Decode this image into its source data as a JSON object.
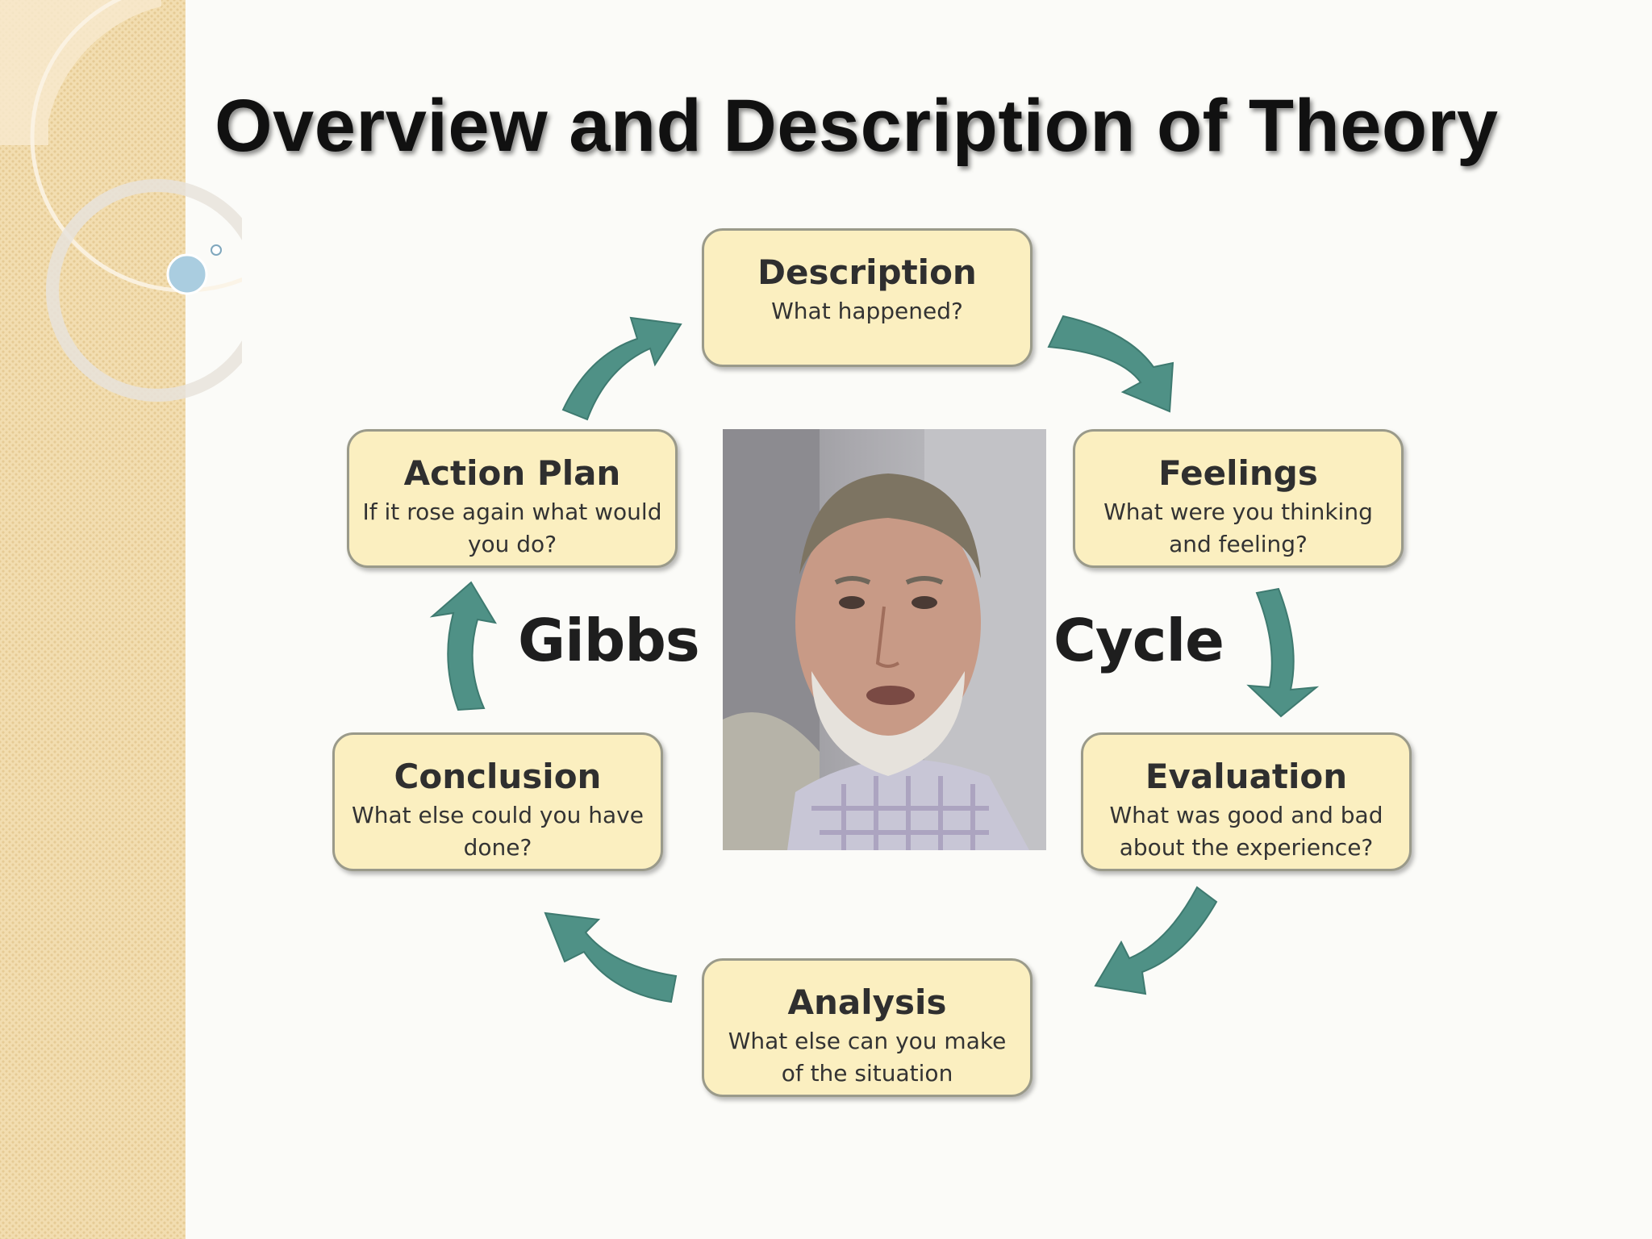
{
  "slide": {
    "title": "Overview and Description of Theory"
  },
  "diagram": {
    "center_left_word": "Gibbs",
    "center_right_word": "Cycle",
    "stages": [
      {
        "id": "description",
        "title": "Description",
        "question": "What happened?"
      },
      {
        "id": "feelings",
        "title": "Feelings",
        "question": "What were you thinking and feeling?"
      },
      {
        "id": "evaluation",
        "title": "Evaluation",
        "question": "What was good and bad about the experience?"
      },
      {
        "id": "analysis",
        "title": "Analysis",
        "question": "What else can you make of the situation"
      },
      {
        "id": "conclusion",
        "title": "Conclusion",
        "question": "What else could you have done?"
      },
      {
        "id": "action_plan",
        "title": "Action Plan",
        "question": "If it rose again what would you do?"
      }
    ],
    "colors": {
      "box_fill": "#fbefc0",
      "arrow_fill": "#4f9186",
      "band": "#f2ddb0"
    }
  }
}
